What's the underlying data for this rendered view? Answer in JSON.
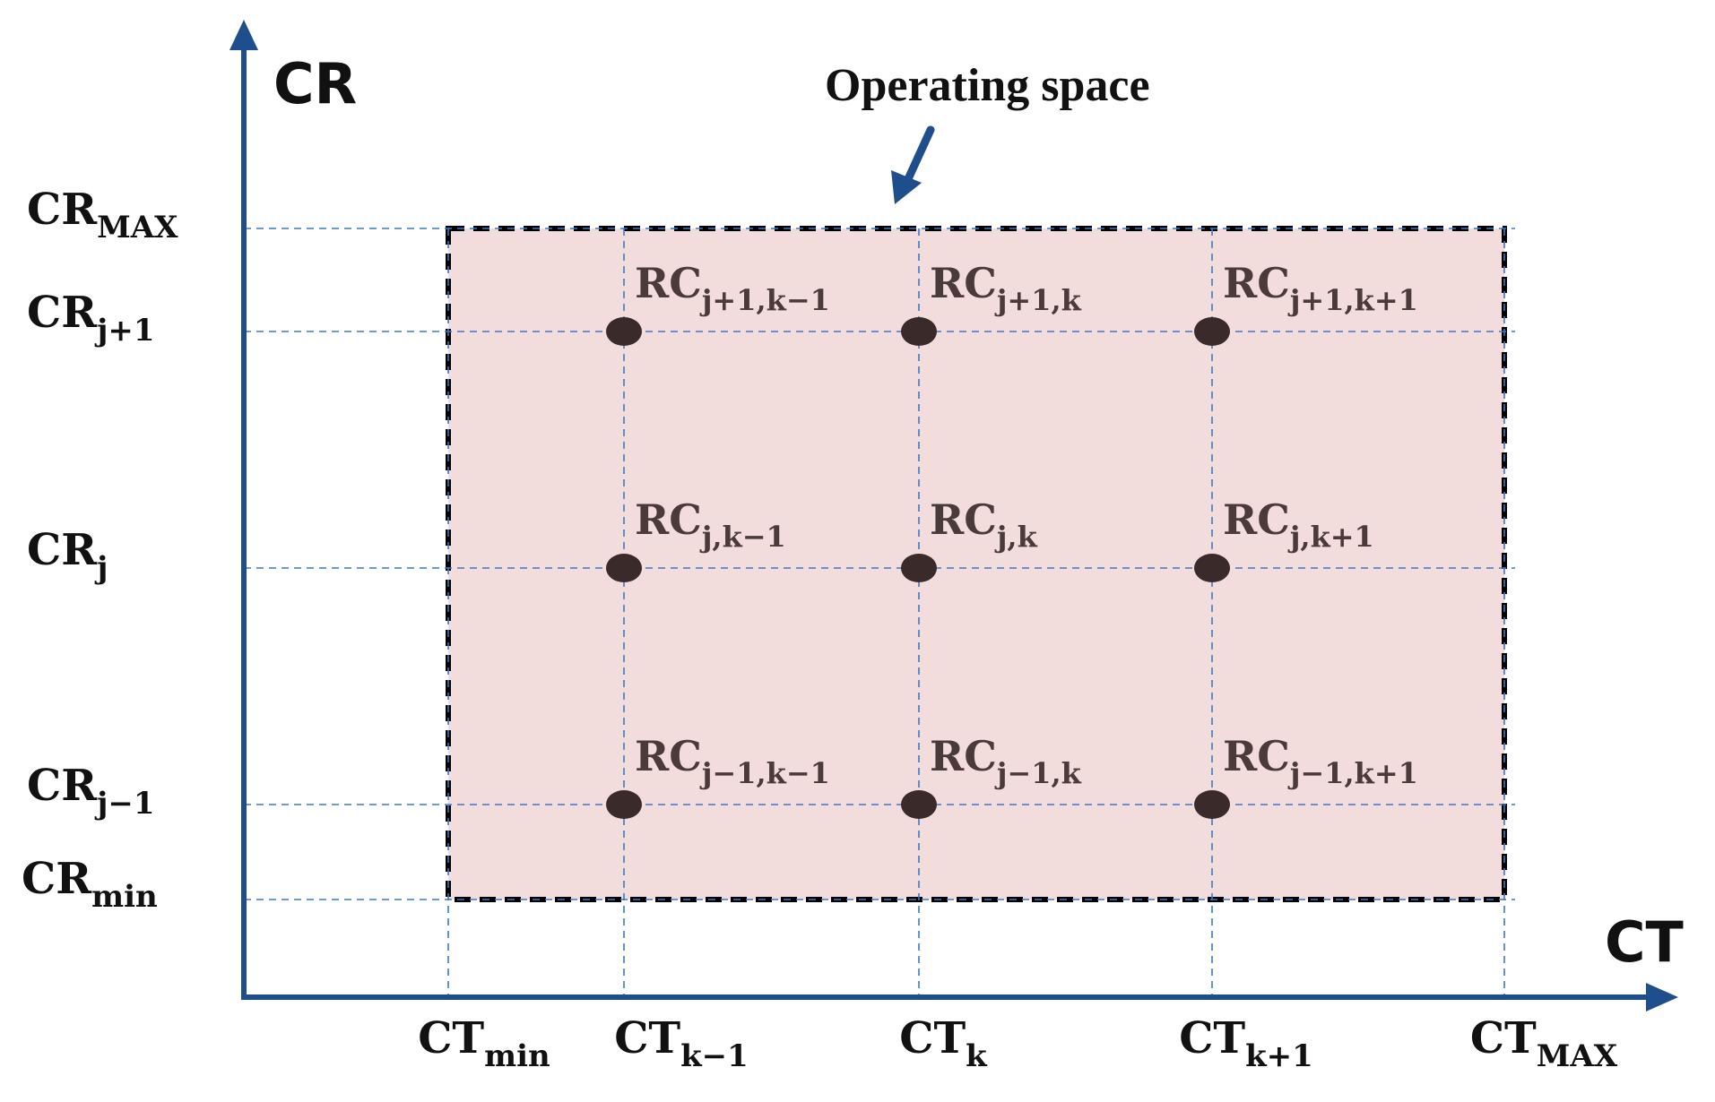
{
  "title": "Operating space",
  "axes": {
    "x_title": "CT",
    "y_title": "CR"
  },
  "colors": {
    "axis": "#1f4e8c",
    "region_fill": "#f2dcdc",
    "region_border": "#000000",
    "guide": "#3a78c8",
    "point": "#3b2a2a",
    "point_label": "#4a3a3a"
  },
  "x_ticks": [
    {
      "base": "CT",
      "sub": "min"
    },
    {
      "base": "CT",
      "sub": "k−1"
    },
    {
      "base": "CT",
      "sub": "k"
    },
    {
      "base": "CT",
      "sub": "k+1"
    },
    {
      "base": "CT",
      "sub": "MAX"
    }
  ],
  "y_ticks": [
    {
      "base": "CR",
      "sub": "MAX"
    },
    {
      "base": "CR",
      "sub": "j+1"
    },
    {
      "base": "CR",
      "sub": "j"
    },
    {
      "base": "CR",
      "sub": "j−1"
    },
    {
      "base": "CR",
      "sub": "min"
    }
  ],
  "points": [
    {
      "base": "RC",
      "sub": "j+1,k−1"
    },
    {
      "base": "RC",
      "sub": "j+1,k"
    },
    {
      "base": "RC",
      "sub": "j+1,k+1"
    },
    {
      "base": "RC",
      "sub": "j,k−1"
    },
    {
      "base": "RC",
      "sub": "j,k"
    },
    {
      "base": "RC",
      "sub": "j,k+1"
    },
    {
      "base": "RC",
      "sub": "j−1,k−1"
    },
    {
      "base": "RC",
      "sub": "j−1,k"
    },
    {
      "base": "RC",
      "sub": "j−1,k+1"
    }
  ]
}
